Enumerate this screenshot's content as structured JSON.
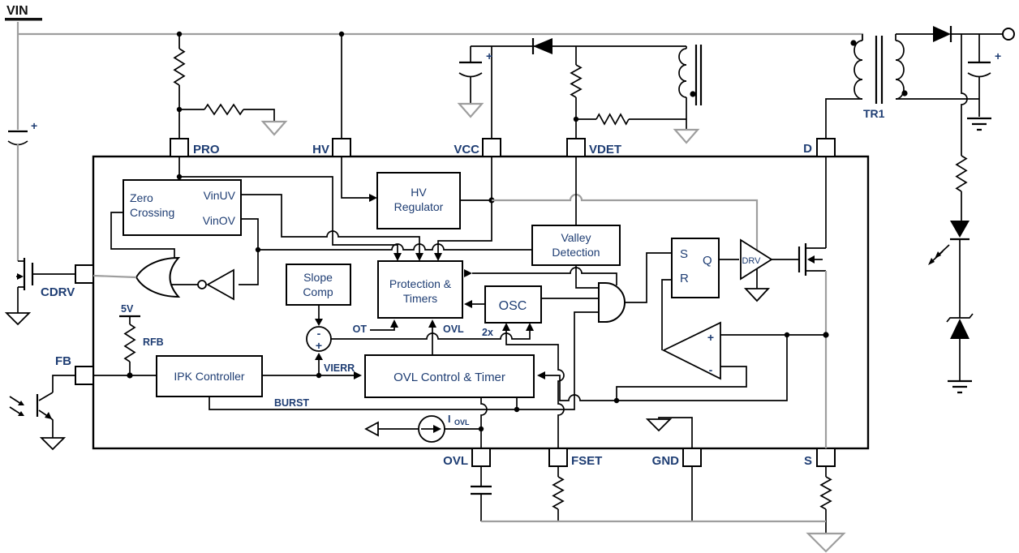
{
  "style": {
    "background": "#ffffff",
    "label_color": "#1e3d73",
    "wire_color": "#000000",
    "gray_wire_color": "#9e9e9e"
  },
  "external": {
    "vin_label": "VIN",
    "tr1_label": "TR1",
    "supply_5v": "5V",
    "rfb_label": "RFB"
  },
  "pins": {
    "pro": "PRO",
    "hv": "HV",
    "vcc": "VCC",
    "vdet": "VDET",
    "d": "D",
    "cdrv": "CDRV",
    "fb": "FB",
    "ovl": "OVL",
    "fset": "FSET",
    "gnd": "GND",
    "s": "S"
  },
  "blocks": {
    "zero_crossing_line1": "Zero",
    "zero_crossing_line2": "Crossing",
    "zero_crossing_out1": "VinUV",
    "zero_crossing_out2": "VinOV",
    "hv_regulator_line1": "HV",
    "hv_regulator_line2": "Regulator",
    "valley_line1": "Valley",
    "valley_line2": "Detection",
    "protection_line1": "Protection &",
    "protection_line2": "Timers",
    "osc": "OSC",
    "slope_line1": "Slope",
    "slope_line2": "Comp",
    "ipk": "IPK Controller",
    "ovl_control": "OVL Control & Timer",
    "latch_s": "S",
    "latch_r": "R",
    "latch_q": "Q",
    "driver": "DRV"
  },
  "signals": {
    "vierr": "VIERR",
    "burst": "BURST",
    "ot": "OT",
    "ovl": "OVL",
    "x2": "2x",
    "iovl_prefix": "I",
    "iovl_sub": "OVL"
  },
  "symbols": {
    "plus": "+",
    "minus": "-"
  }
}
